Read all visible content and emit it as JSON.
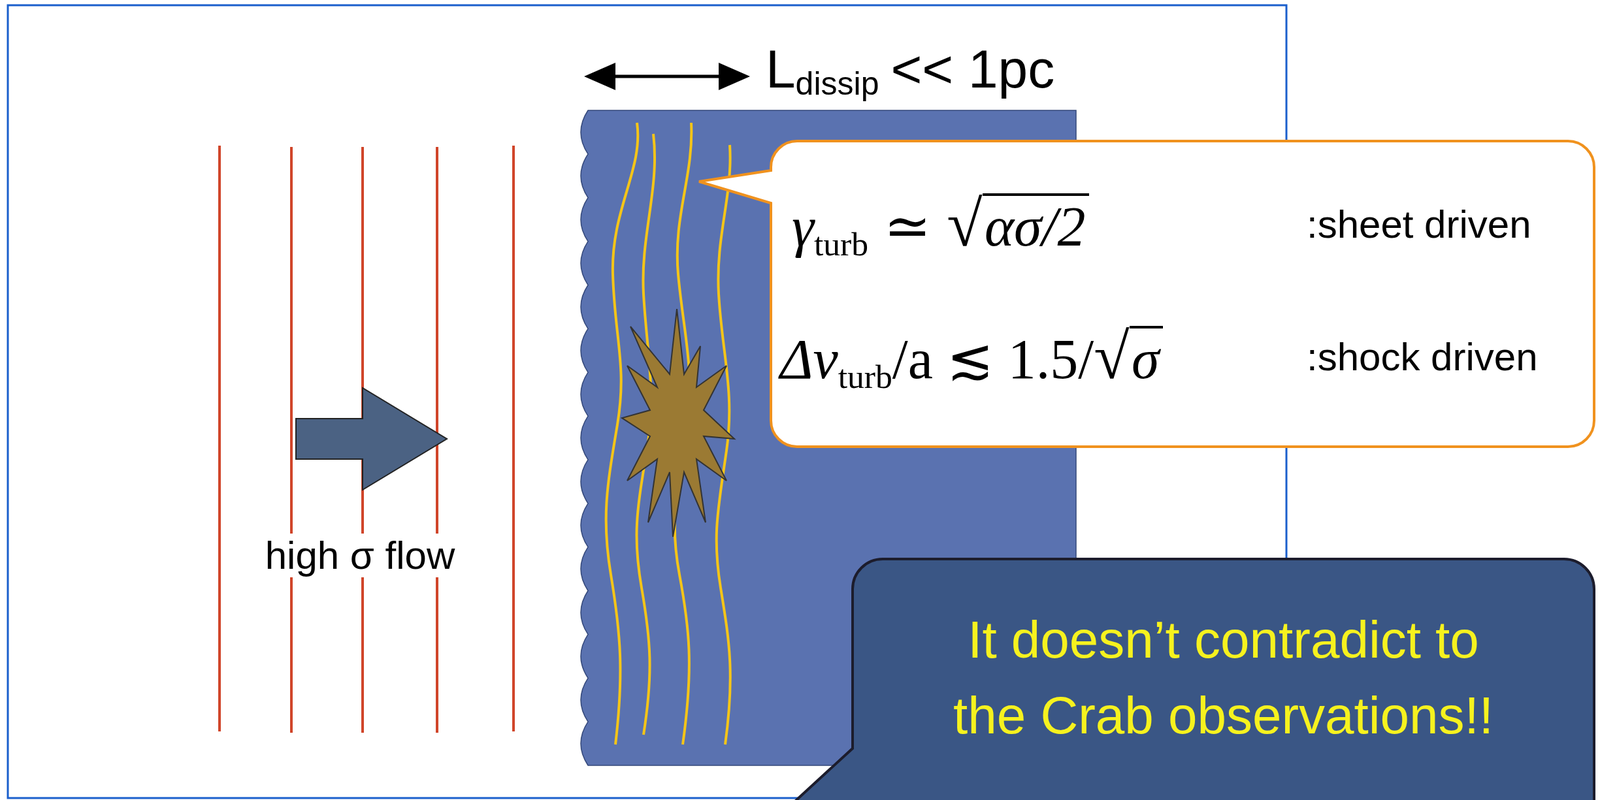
{
  "diagram": {
    "nodes": [
      {
        "text": [
          "γ",
          "turb",
          "≃",
          "√",
          "ασ/2",
          ":sheet driven",
          "Δv",
          "turb",
          "/a ≲ 1.5/",
          "√",
          "σ",
          ":shock driven"
        ]
      },
      {
        "text": [
          "It doesn’t contradict to the Crab observations!!"
        ]
      }
    ],
    "labels": [
      "L",
      "dissip",
      "<< 1pc",
      "high σ flow"
    ]
  }
}
